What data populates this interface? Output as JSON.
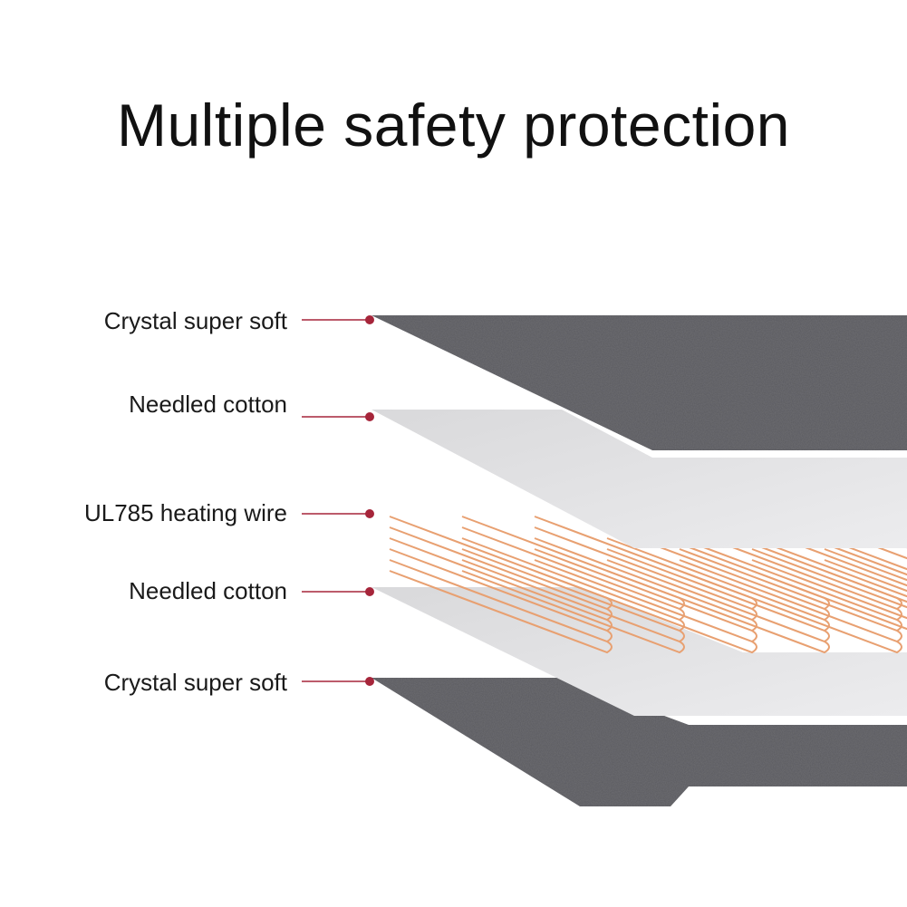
{
  "title": "Multiple safety protection",
  "colors": {
    "fleece": "#6e6e73",
    "fleece_dark": "#56565a",
    "cotton": "#d9d9db",
    "cotton_light": "#ececee",
    "heating_wire": "#e8a071",
    "pointer": "#a6253a"
  },
  "layers": [
    {
      "label": "Crystal super soft",
      "material": "fleece"
    },
    {
      "label": "Needled cotton",
      "material": "cotton"
    },
    {
      "label": "UL785 heating wire",
      "material": "wire"
    },
    {
      "label": "Needled cotton",
      "material": "cotton"
    },
    {
      "label": "Crystal super soft",
      "material": "fleece"
    }
  ]
}
